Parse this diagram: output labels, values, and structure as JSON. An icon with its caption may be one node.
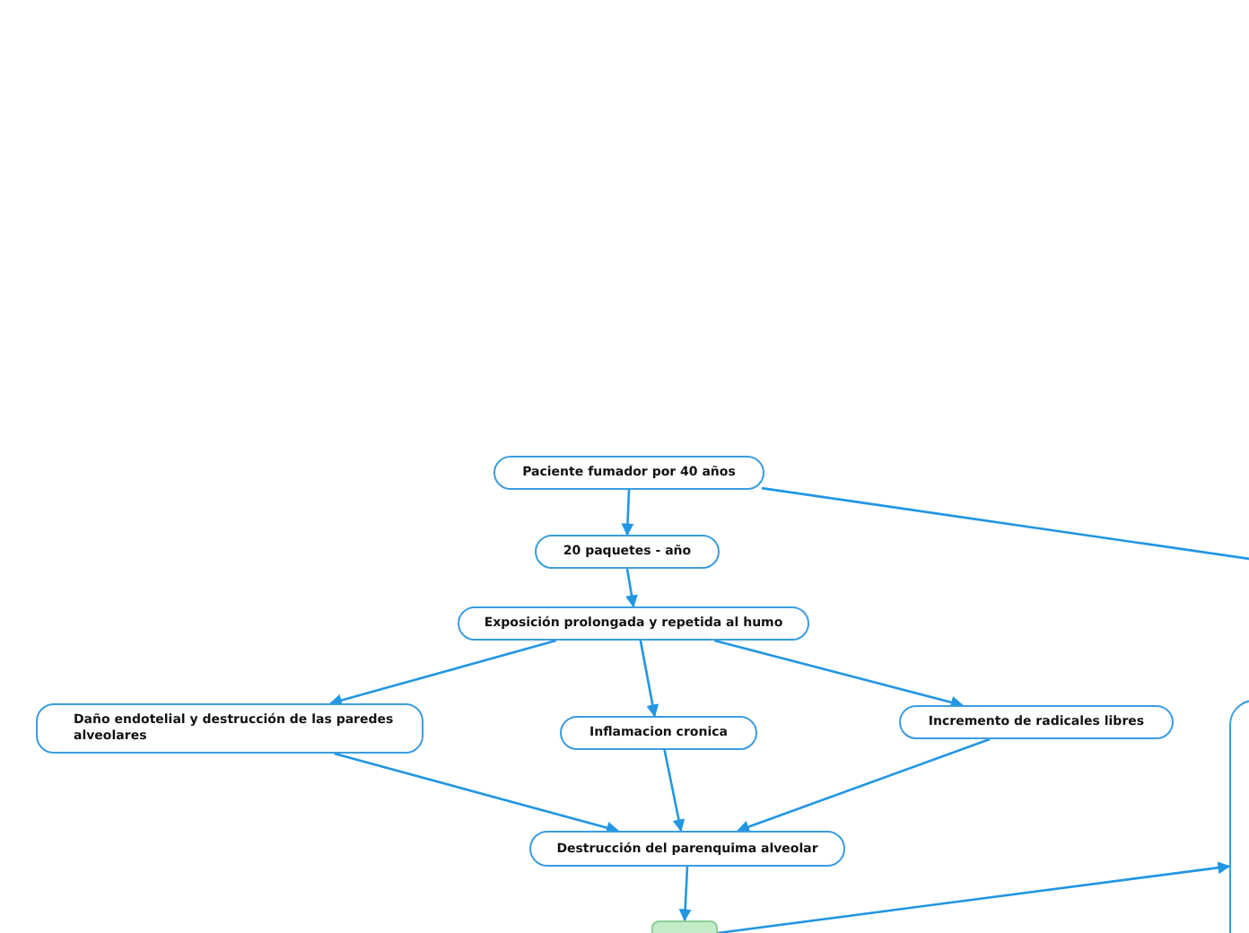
{
  "diagram": {
    "nodes": [
      {
        "text": [
          "Paciente fumador por 40 años"
        ]
      },
      {
        "text": [
          "20 paquetes - año"
        ]
      },
      {
        "text": [
          "Exposición prolongada y repetida al humo"
        ]
      },
      {
        "text": [
          "Daño endotelial y destrucción de las paredes alveolares"
        ]
      },
      {
        "text": [
          "Inflamacion cronica"
        ]
      },
      {
        "text": [
          "Incremento de radicales libres"
        ]
      },
      {
        "text": [
          "Destrucción del parenquima alveolar"
        ]
      },
      {
        "text": [],
        "shape": "box"
      },
      {
        "text": [],
        "shape": "box"
      }
    ],
    "edges": [
      {
        "from": 0,
        "to": 1,
        "arrow": "to"
      },
      {
        "from": 1,
        "to": 2,
        "arrow": "to"
      },
      {
        "from": 2,
        "to": 3,
        "arrow": "to"
      },
      {
        "from": 2,
        "to": 4,
        "arrow": "to"
      },
      {
        "from": 2,
        "to": 5,
        "arrow": "to"
      },
      {
        "from": 3,
        "to": 6,
        "arrow": "to"
      },
      {
        "from": 4,
        "to": 6,
        "arrow": "to"
      },
      {
        "from": 5,
        "to": 6,
        "arrow": "to"
      },
      {
        "from": 6,
        "to": 7,
        "arrow": "to"
      },
      {
        "from": 7,
        "to": 8,
        "arrow": "to"
      },
      {
        "from": 0,
        "to": null,
        "arrow": "none"
      }
    ]
  }
}
